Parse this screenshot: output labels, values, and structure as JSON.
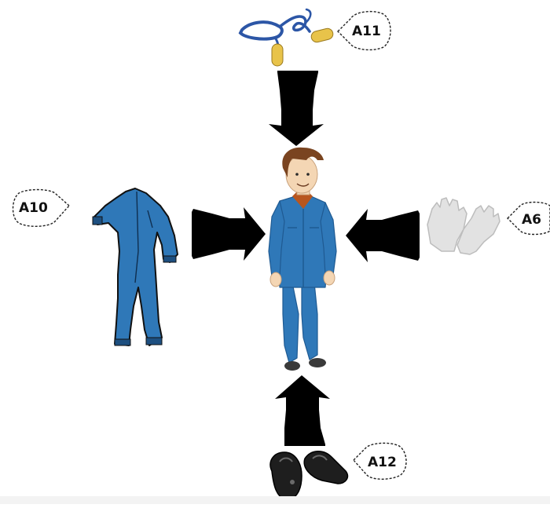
{
  "diagram": {
    "center": {
      "icon": "worker-in-blue-coverall-icon",
      "colors": {
        "coverall": "#2f78b8",
        "coverall_shade": "#1f5a92",
        "skin": "#f4d6b4",
        "hair": "#7a4420",
        "shirt": "#b8561f",
        "shoes": "#3a3a3a"
      }
    },
    "items": [
      {
        "id": "A11",
        "label": "A11",
        "icon": "ear-plugs-icon",
        "position": "top",
        "colors": {
          "cord": "#2c56a6",
          "plug": "#e8c34a"
        }
      },
      {
        "id": "A10",
        "label": "A10",
        "icon": "coverall-suit-icon",
        "position": "left",
        "colors": {
          "suit": "#2f78b8",
          "outline": "#111111"
        }
      },
      {
        "id": "A6",
        "label": "A6",
        "icon": "gloves-icon",
        "position": "right",
        "colors": {
          "glove": "#e2e2e2",
          "outline": "#bdbdbd"
        }
      },
      {
        "id": "A12",
        "label": "A12",
        "icon": "safety-shoes-icon",
        "position": "bottom",
        "colors": {
          "shoe": "#1e1e1e",
          "highlight": "#6a6a6a"
        }
      }
    ],
    "arrow_color": "#000000"
  }
}
